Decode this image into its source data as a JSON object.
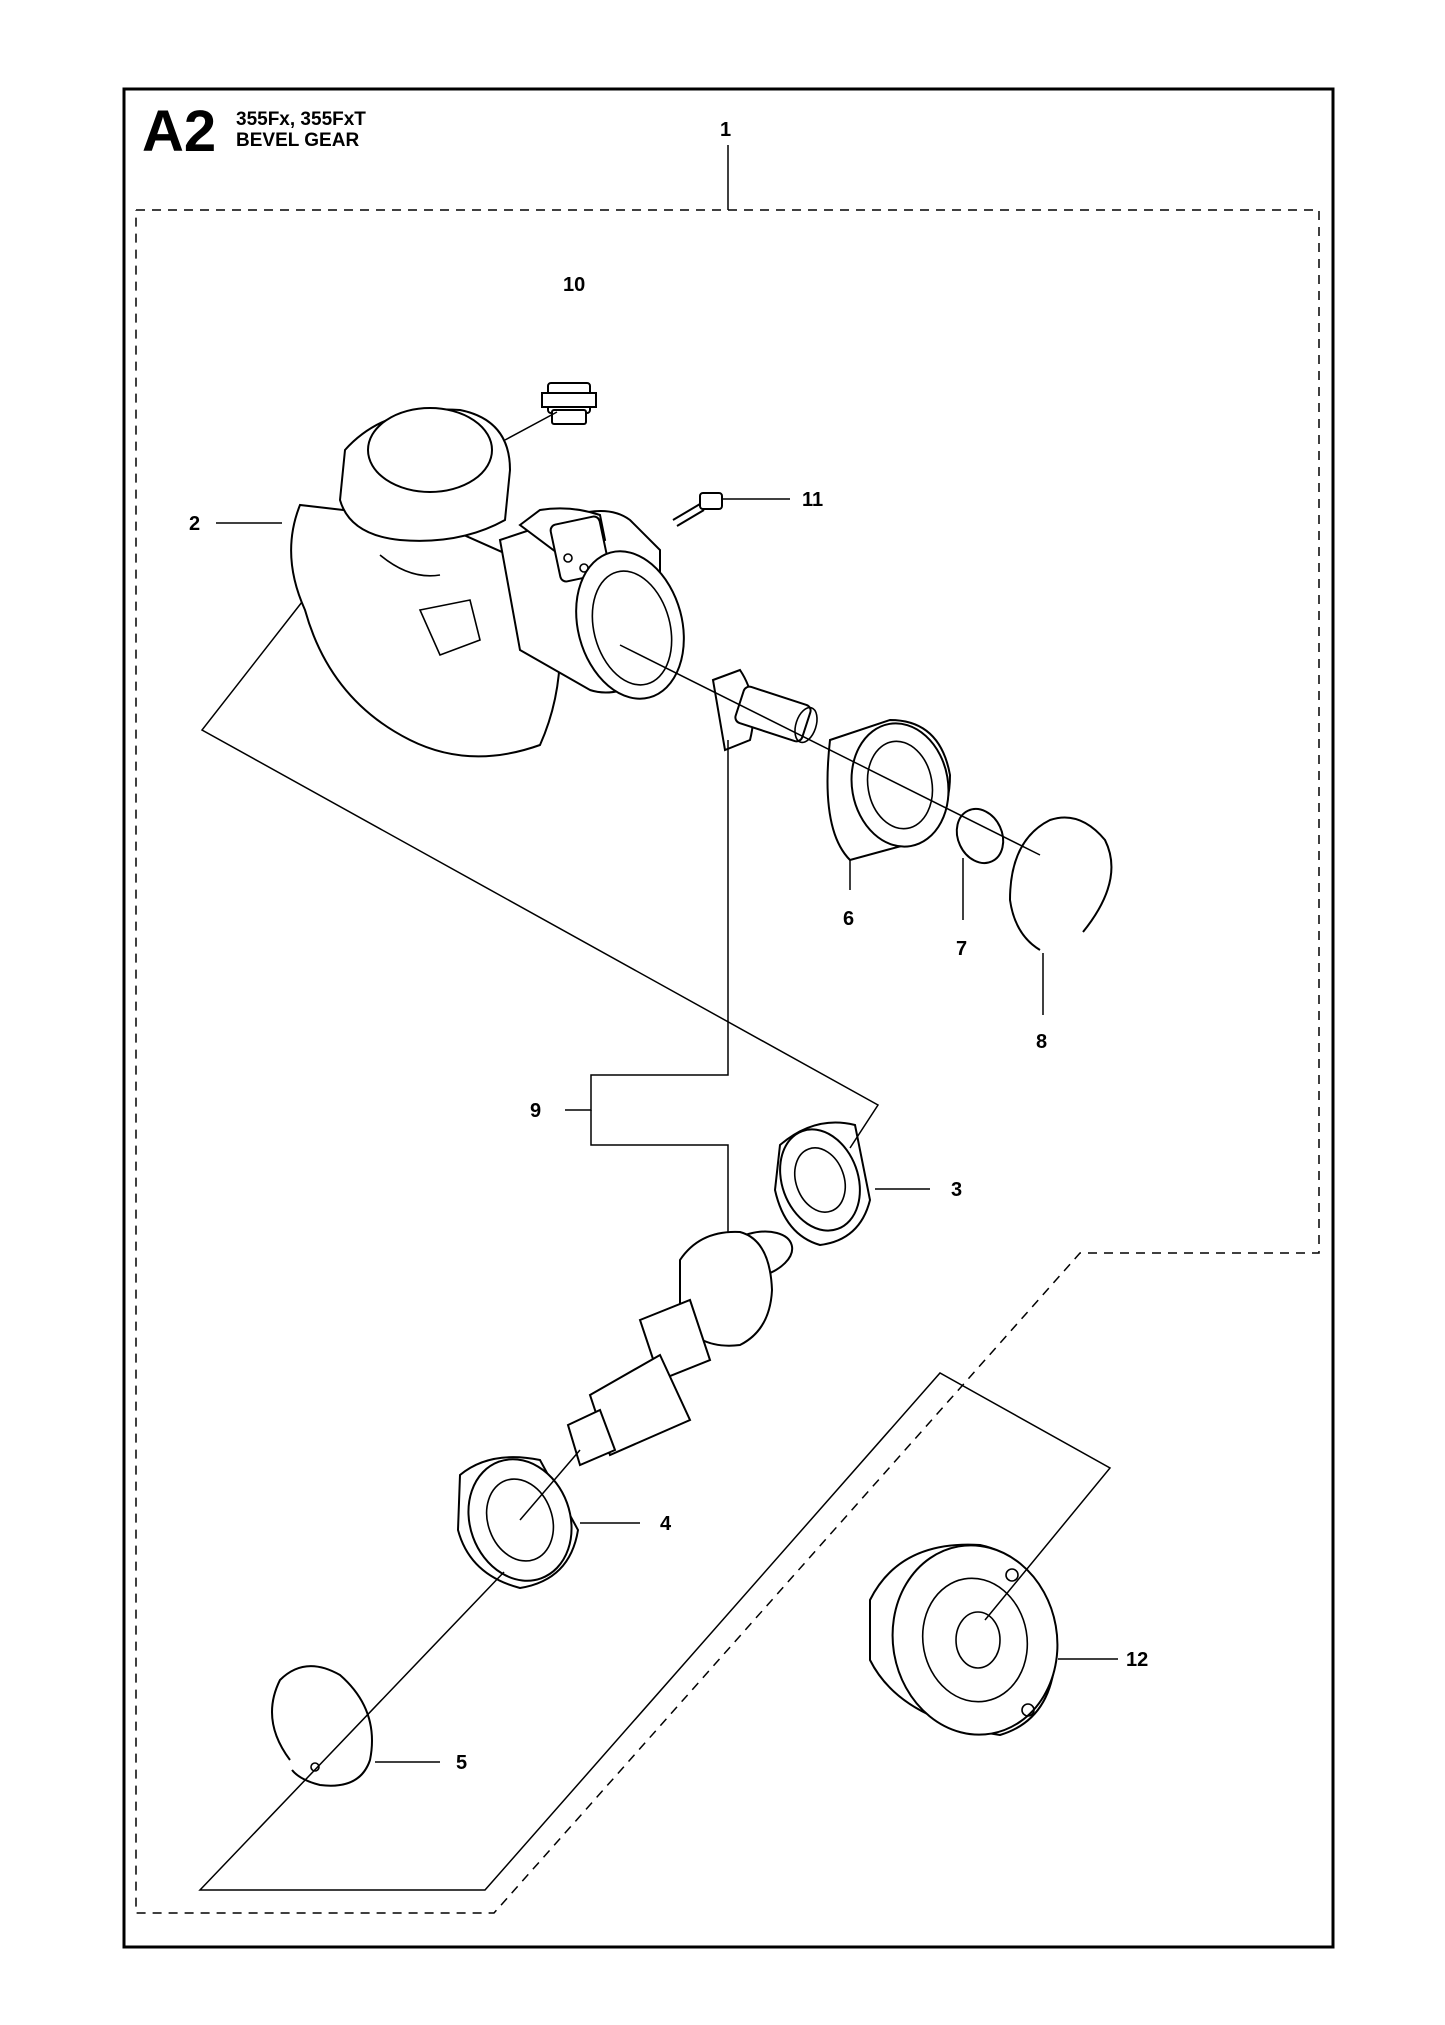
{
  "header": {
    "section_code": "A2",
    "models": "355Fx, 355FxT",
    "title": "BEVEL GEAR"
  },
  "callouts": [
    "1",
    "2",
    "3",
    "4",
    "5",
    "6",
    "7",
    "8",
    "9",
    "10",
    "11",
    "12"
  ]
}
